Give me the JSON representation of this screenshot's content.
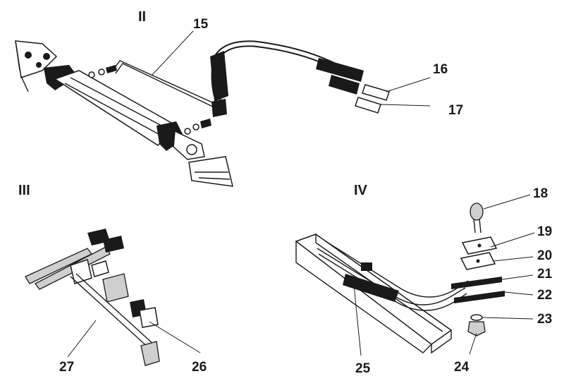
{
  "sections": {
    "s2": "II",
    "s3": "III",
    "s4": "IV"
  },
  "callouts": {
    "c15": "15",
    "c16": "16",
    "c17": "17",
    "c18": "18",
    "c19": "19",
    "c20": "20",
    "c21": "21",
    "c22": "22",
    "c23": "23",
    "c24": "24",
    "c25": "25",
    "c26": "26",
    "c27": "27"
  }
}
